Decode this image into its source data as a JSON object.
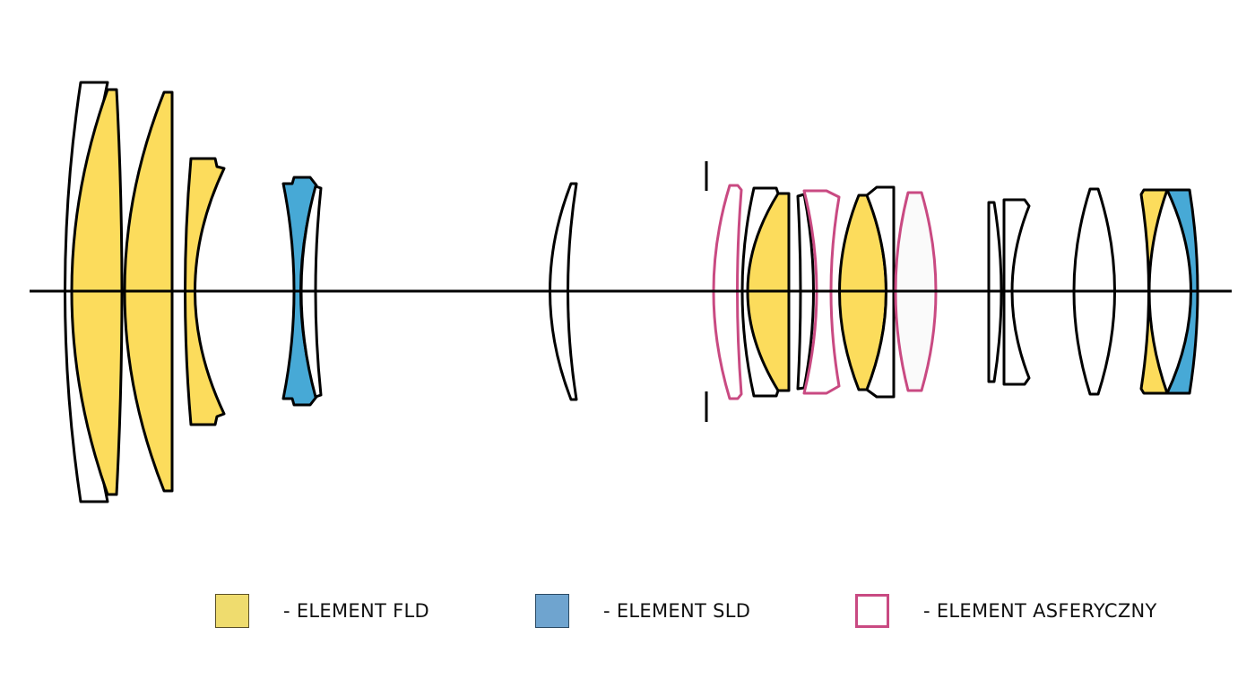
{
  "colors": {
    "fld": "#fcdc5c",
    "sld": "#47a9d6",
    "aspherical_stroke": "#c94a82",
    "plain": "#ffffff",
    "axis": "#000000",
    "legend_fld": "#efdc6e",
    "legend_sld": "#6fa4cf"
  },
  "legend": [
    {
      "key": "fld",
      "label": "- ELEMENT FLD"
    },
    {
      "key": "sld",
      "label": "- ELEMENT SLD"
    },
    {
      "key": "aspherical",
      "label": "- ELEMENT ASFERYCZNY"
    }
  ]
}
